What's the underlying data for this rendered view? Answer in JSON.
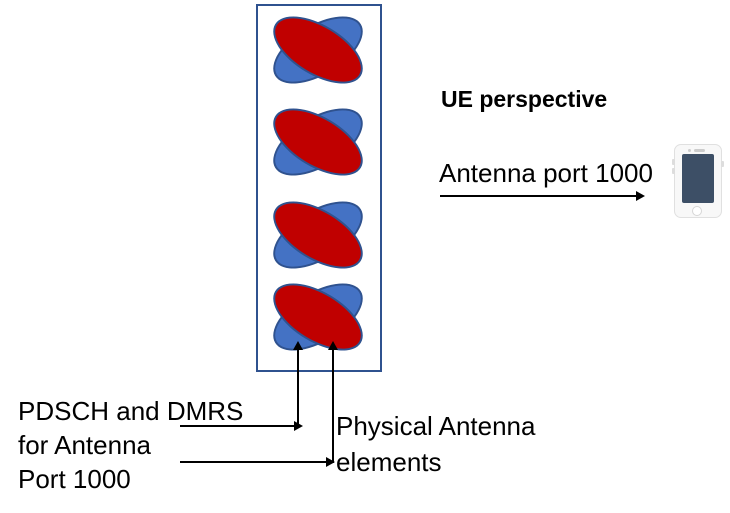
{
  "colors": {
    "element_blue": "#4472C4",
    "element_red": "#C00000",
    "element_stroke": "#2F528F",
    "box_border": "#2F528F",
    "connector": "#000000",
    "phone_screen": "#3D4F66"
  },
  "antenna_array": {
    "element_count": 4
  },
  "ue_view": {
    "heading": "UE perspective",
    "arrow_label": "Antenna port 1000"
  },
  "annotations": {
    "pdsch_line1": "PDSCH and DMRS",
    "pdsch_line2": "for Antenna",
    "pdsch_line3": "Port 1000",
    "physical_line1": "Physical Antenna",
    "physical_line2": "elements"
  }
}
